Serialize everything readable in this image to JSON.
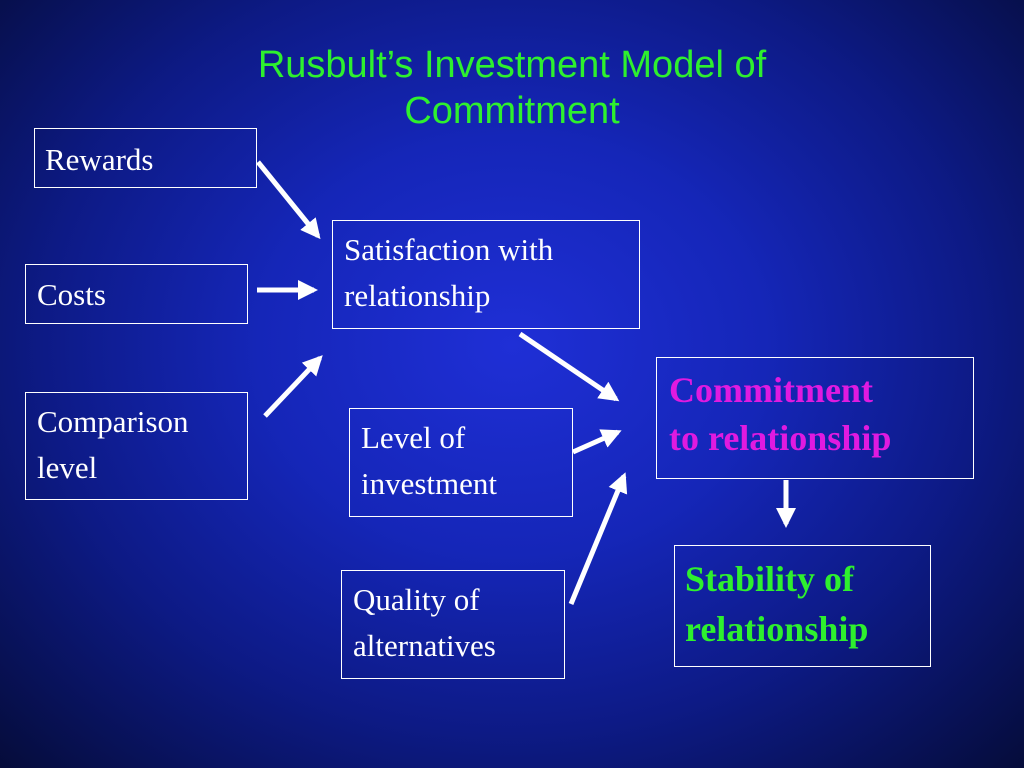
{
  "title": {
    "line1": "Rusbult’s Investment Model of",
    "line2": "Commitment"
  },
  "boxes": {
    "rewards": {
      "lines": [
        "Rewards"
      ]
    },
    "costs": {
      "lines": [
        "Costs"
      ]
    },
    "comparison_level": {
      "lines": [
        "Comparison",
        "level"
      ]
    },
    "satisfaction": {
      "lines": [
        "Satisfaction with",
        "relationship"
      ]
    },
    "investment": {
      "lines": [
        "Level of",
        "investment"
      ]
    },
    "alternatives": {
      "lines": [
        "Quality of",
        "alternatives"
      ]
    },
    "commitment": {
      "lines": [
        "Commitment",
        "to relationship"
      ]
    },
    "stability": {
      "lines": [
        "Stability of",
        "relationship"
      ]
    }
  },
  "colors": {
    "title": "#2ef02e",
    "box_text": "#ffffff",
    "commitment_text": "#e01ae0",
    "stability_text": "#2ef02e",
    "arrows": "#ffffff",
    "background": "#1526b8"
  }
}
